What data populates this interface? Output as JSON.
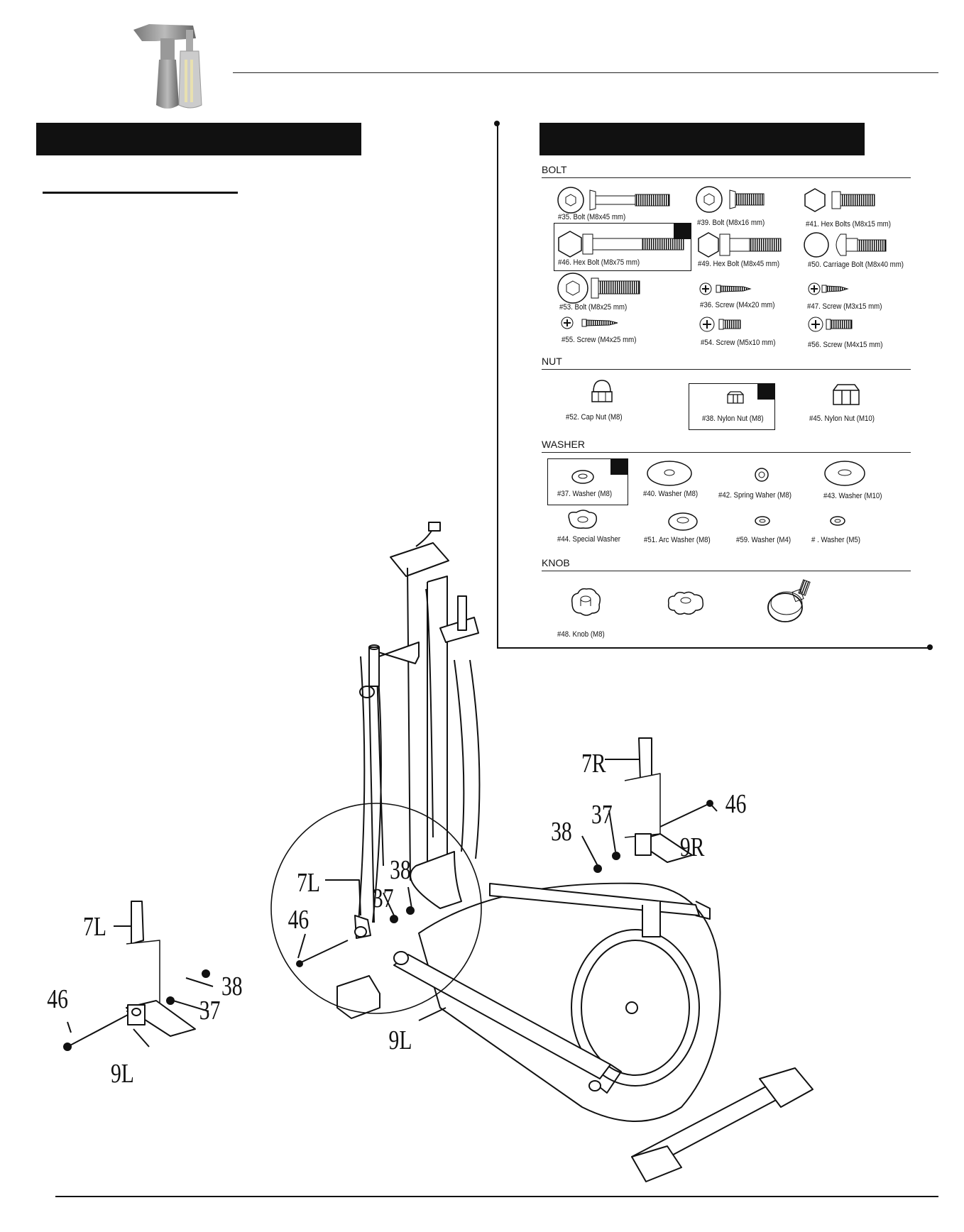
{
  "sections": {
    "bolt_heading": "BOLT",
    "nut_heading": "NUT",
    "washer_heading": "WASHER",
    "knob_heading": "KNOB"
  },
  "bolts": [
    {
      "label": "#35.  Bolt (M8x45 mm)"
    },
    {
      "label": "#39.  Bolt (M8x16 mm)"
    },
    {
      "label": "#41.  Hex Bolts (M8x15 mm)"
    },
    {
      "label": "#46.  Hex Bolt (M8x75 mm)",
      "selected": true
    },
    {
      "label": "#49. Hex Bolt (M8x45 mm)"
    },
    {
      "label": "#50. Carriage Bolt (M8x40 mm)"
    },
    {
      "label": "#53. Bolt (M8x25 mm)"
    },
    {
      "label": "#36.  Screw (M4x20 mm)"
    },
    {
      "label": "#47. Screw (M3x15 mm)"
    },
    {
      "label": "#55. Screw (M4x25 mm)"
    },
    {
      "label": "#54. Screw (M5x10 mm)"
    },
    {
      "label": "#56. Screw (M4x15 mm)"
    }
  ],
  "nuts": [
    {
      "label": "#52. Cap Nut (M8)"
    },
    {
      "label": "#38. Nylon Nut (M8)",
      "selected": true
    },
    {
      "label": "#45. Nylon Nut (M10)"
    }
  ],
  "washers": [
    {
      "label": "#37. Washer (M8)",
      "selected": true
    },
    {
      "label": "#40. Washer (M8)"
    },
    {
      "label": "#42. Spring Waher (M8)"
    },
    {
      "label": "#43. Washer (M10)"
    },
    {
      "label": "#44. Special Washer"
    },
    {
      "label": "#51. Arc Washer (M8)"
    },
    {
      "label": "#59. Washer (M4)"
    },
    {
      "label": "#   . Washer (M5)"
    }
  ],
  "knobs": [
    {
      "label": "#48. Knob (M8)"
    }
  ],
  "callouts": {
    "left_7L": "7L",
    "left_46": "46",
    "left_38": "38",
    "left_37": "37",
    "left_9L": "9L",
    "main_7L": "7L",
    "main_46": "46",
    "main_37": "37",
    "main_38": "38",
    "main_9L": "9L",
    "right_7R": "7R",
    "right_46": "46",
    "right_37": "37",
    "right_38": "38",
    "right_9R": "9R"
  }
}
